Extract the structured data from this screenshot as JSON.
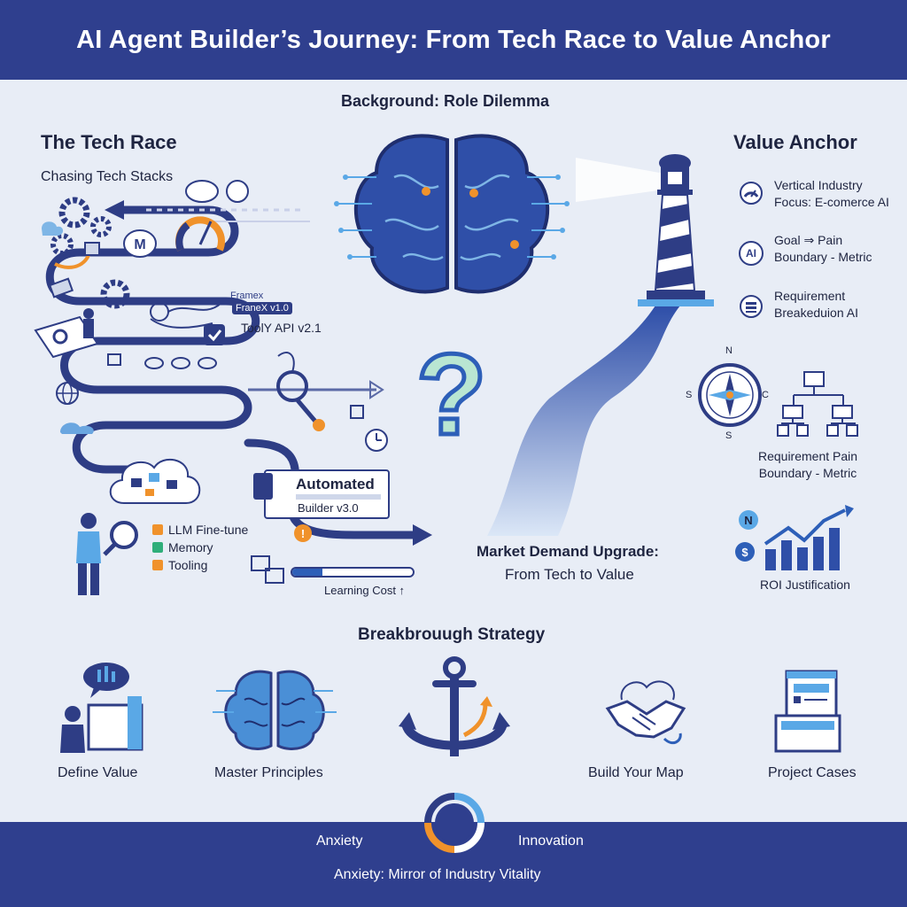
{
  "header": {
    "title": "AI Agent Builder’s Journey: From Tech Race to Value Anchor"
  },
  "background": {
    "heading": "Background: Role Dilemma"
  },
  "tech_race": {
    "title": "The Tech Race",
    "subtitle": "Chasing Tech Stacks",
    "framex_label": "Framex",
    "framex_version": "FraneX v1.0",
    "tooly": "ToolY API v2.1",
    "automated": "Automated",
    "builder": "Builder v3.0",
    "skills": [
      {
        "label": "LLM Fine-tune",
        "color": "#f0922b"
      },
      {
        "label": "Memory",
        "color": "#2fae7a"
      },
      {
        "label": "Tooling",
        "color": "#f0922b"
      }
    ],
    "learning_cost": "Learning Cost ↑",
    "learning_progress": 0.25
  },
  "value_anchor": {
    "title": "Value Anchor",
    "items": [
      {
        "icon": "gauge-icon",
        "lines": [
          "Vertical Industry",
          "Focus: E-comerce AI"
        ]
      },
      {
        "icon": "ai-badge-icon",
        "badge": "AI",
        "lines": [
          "Goal ⇒ Pain",
          "Boundary - Metric"
        ]
      },
      {
        "icon": "stack-icon",
        "lines": [
          "Requirement",
          "Breakeduion AI"
        ]
      }
    ],
    "compass_n": "N",
    "compass_s": "S",
    "compass_e": "C",
    "compass_south": "S",
    "map_lines": [
      "Requirement Pain",
      "Boundary - Metric"
    ],
    "roi_badge": "N",
    "roi_dollar": "$",
    "roi": "ROI Justification"
  },
  "market": {
    "line1": "Market Demand Upgrade:",
    "line2": "From Tech to Value"
  },
  "center": {
    "question": "?"
  },
  "strategy": {
    "heading": "Breakbrouugh Strategy",
    "items": [
      "Define Value",
      "Master Principles",
      "Build Your Map",
      "Project Cases"
    ]
  },
  "footer": {
    "left": "Anxiety",
    "right": "Innovation",
    "caption": "Anxiety: Mirror of Industry Vitality"
  },
  "colors": {
    "navy": "#2f3f8e",
    "blue": "#2d5fb8",
    "orange": "#f0922b",
    "green": "#2fae7a",
    "light_blue": "#5aa8e6"
  }
}
